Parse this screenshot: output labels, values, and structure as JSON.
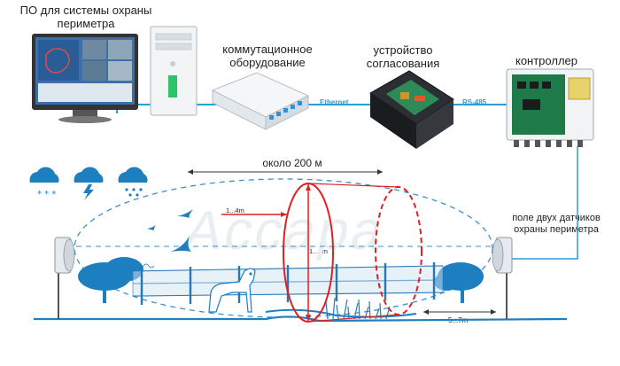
{
  "labels": {
    "software": "ПО для системы охраны периметра",
    "switching": "коммутационное оборудование",
    "interface_device": "устройство согласования",
    "controller": "контроллер",
    "ethernet": "Ethernet",
    "rs485": "RS-485",
    "distance": "около 200 м",
    "width_label": "1...4m",
    "height_label": "1...3m",
    "sensor_field": "поле двух датчиков охраны периметра",
    "offset_label": "5...7m",
    "watermark": "Ассара"
  },
  "colors": {
    "accent_blue": "#2a9ed6",
    "zone_red": "#e02020",
    "scene_blue": "#1e7fc0",
    "cable_gray": "#9ab7c8"
  },
  "icons": [
    "snow-cloud-icon",
    "thunder-cloud-icon",
    "rain-cloud-icon",
    "bird-icon",
    "dog-icon",
    "tree-icon",
    "fence-icon",
    "sensor-icon"
  ]
}
